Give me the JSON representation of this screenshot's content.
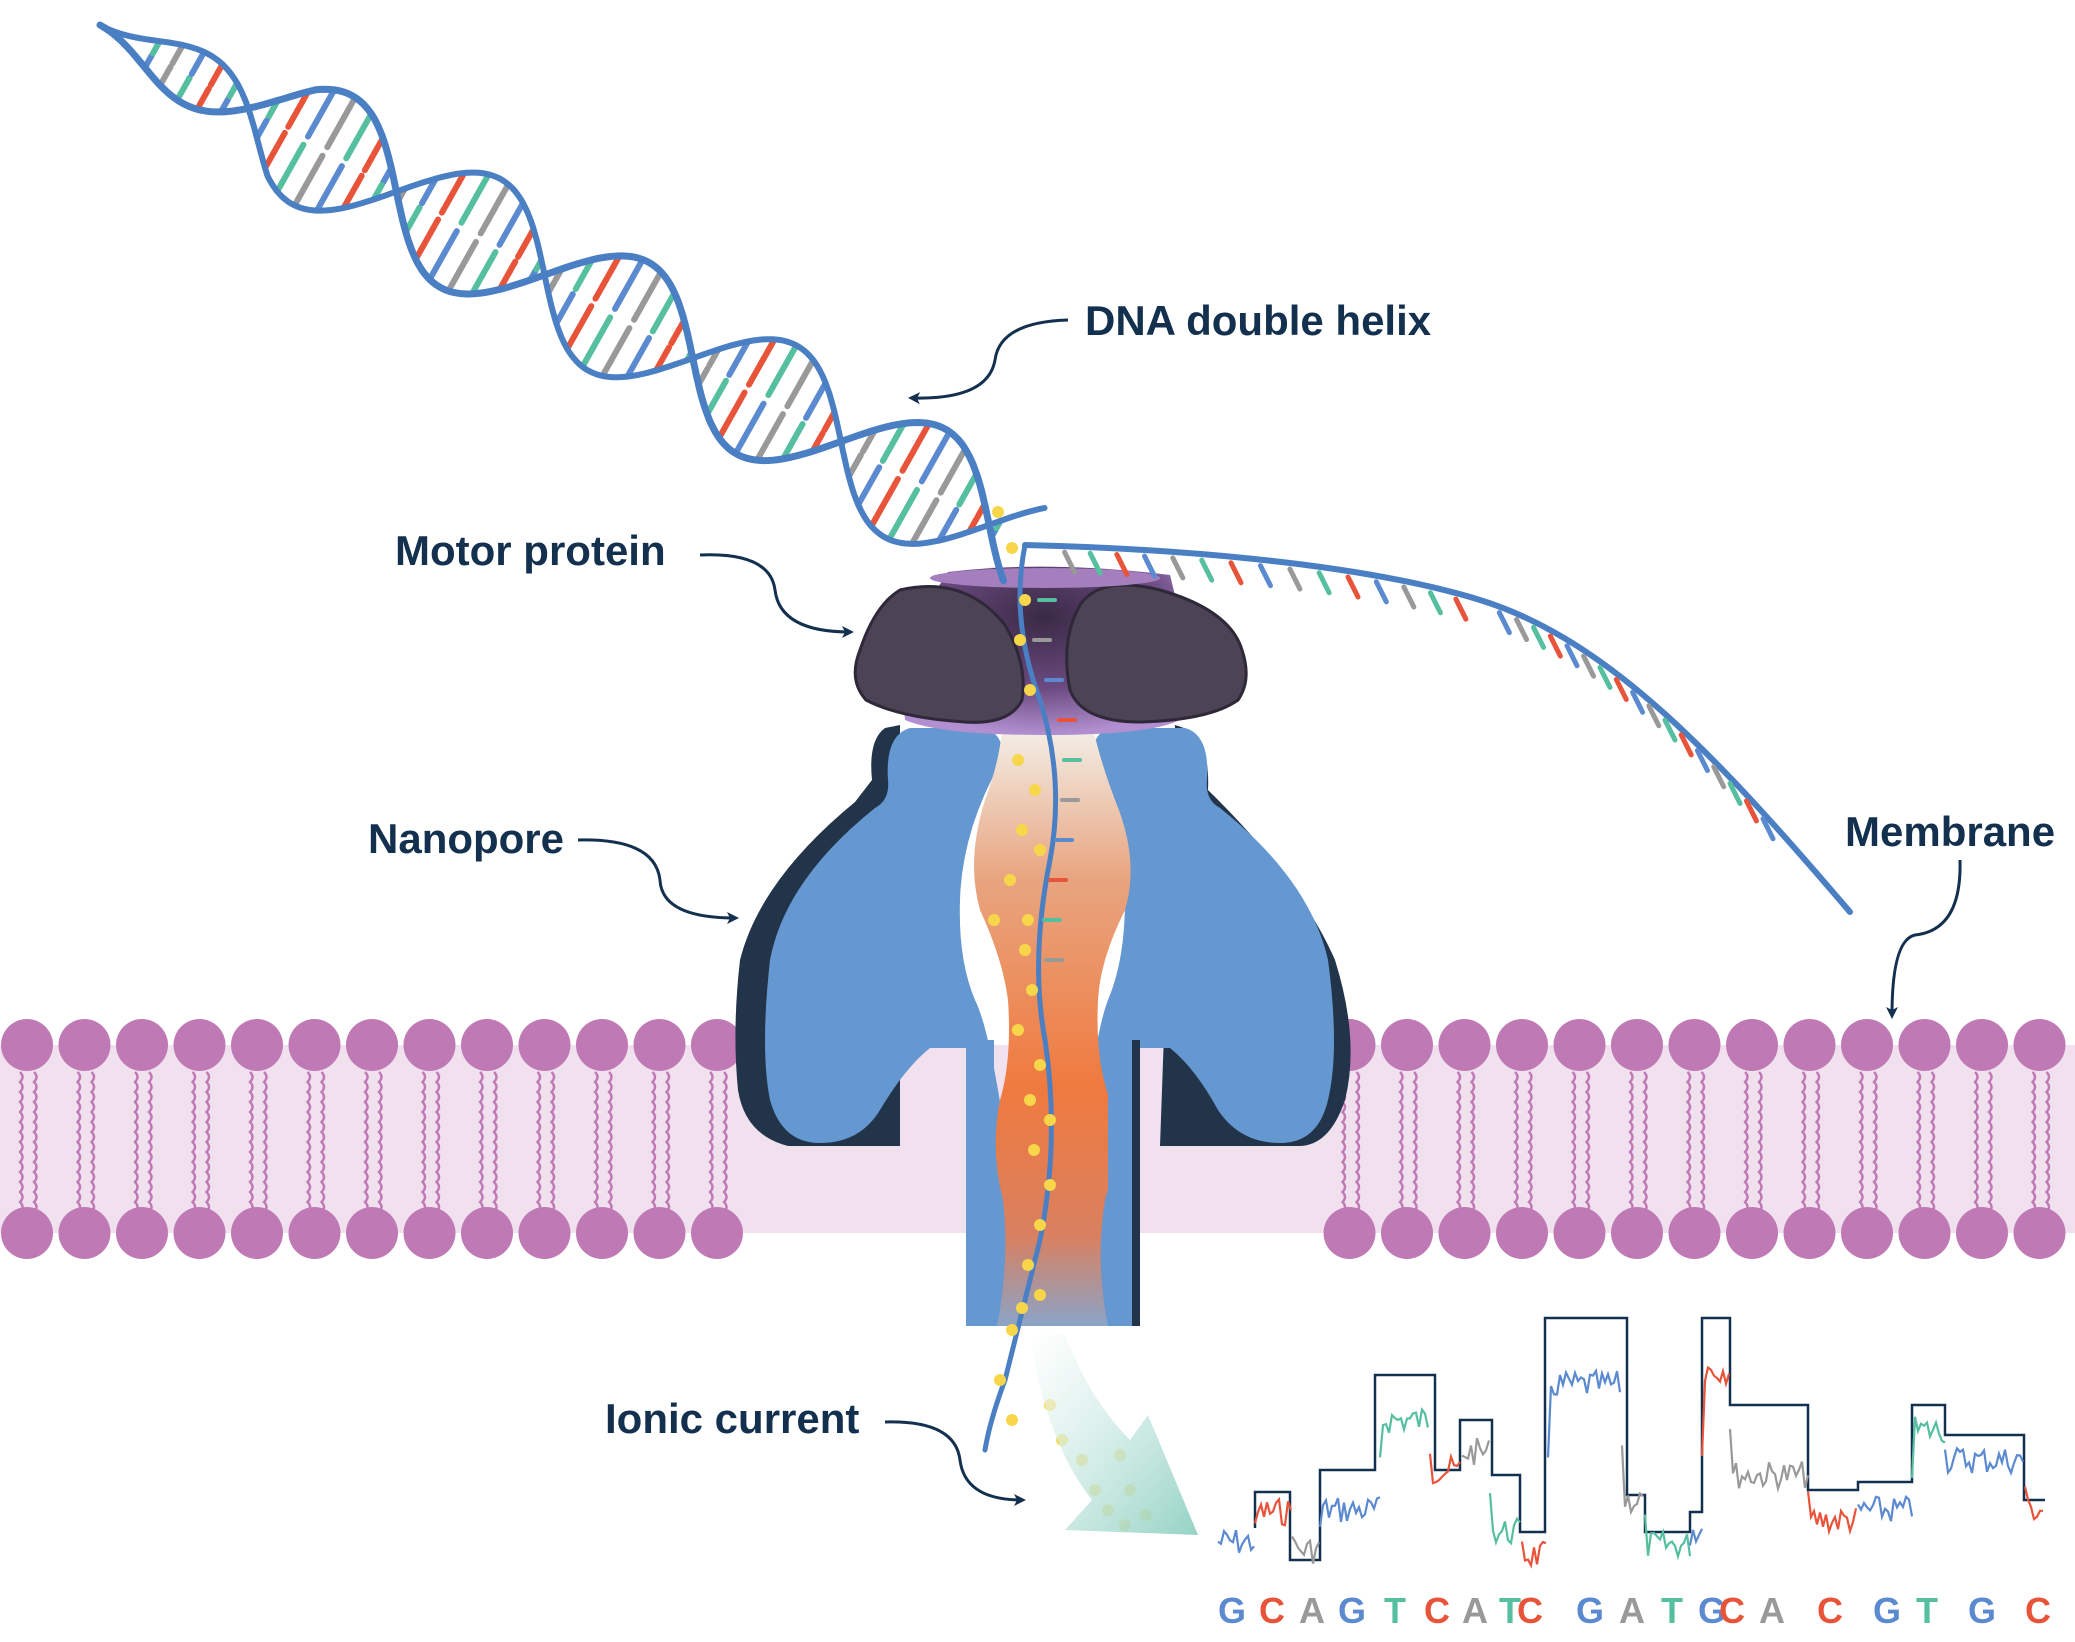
{
  "labels": {
    "dna": "DNA double helix",
    "motor": "Motor protein",
    "nanopore": "Nanopore",
    "membrane": "Membrane",
    "ionic": "Ionic current"
  },
  "colors": {
    "label_text": "#13304e",
    "dna_strand": "#4a7fc4",
    "base_red": "#e8543a",
    "base_teal": "#55bfa0",
    "base_gray": "#999999",
    "base_blue": "#5b8ad0",
    "membrane_lipid": "#bf7ab6",
    "membrane_fill": "#f1e1ef",
    "nanopore_fill": "#6597d0",
    "nanopore_shadow": "#22344a",
    "motor_fill": "#4c4354",
    "motor_top": "#a57ebd",
    "ion_dot": "#f7d64a",
    "channel_orange": "#ef7a3f"
  },
  "sequence": [
    {
      "b": "G",
      "c": "#5b8ad0"
    },
    {
      "b": "C",
      "c": "#e8543a"
    },
    {
      "b": "A",
      "c": "#999999"
    },
    {
      "b": "G",
      "c": "#5b8ad0"
    },
    {
      "b": "T",
      "c": "#55bfa0"
    },
    {
      "b": "C",
      "c": "#e8543a"
    },
    {
      "b": "A",
      "c": "#999999"
    },
    {
      "b": "T",
      "c": "#55bfa0"
    },
    {
      "b": "C",
      "c": "#e8543a"
    },
    {
      "b": "G",
      "c": "#5b8ad0"
    },
    {
      "b": "A",
      "c": "#999999"
    },
    {
      "b": "T",
      "c": "#55bfa0"
    },
    {
      "b": "G",
      "c": "#5b8ad0"
    },
    {
      "b": "C",
      "c": "#e8543a"
    },
    {
      "b": "A",
      "c": "#999999"
    },
    {
      "b": "C",
      "c": "#e8543a"
    },
    {
      "b": "G",
      "c": "#5b8ad0"
    },
    {
      "b": "T",
      "c": "#55bfa0"
    },
    {
      "b": "G",
      "c": "#5b8ad0"
    },
    {
      "b": "C",
      "c": "#e8543a"
    }
  ]
}
